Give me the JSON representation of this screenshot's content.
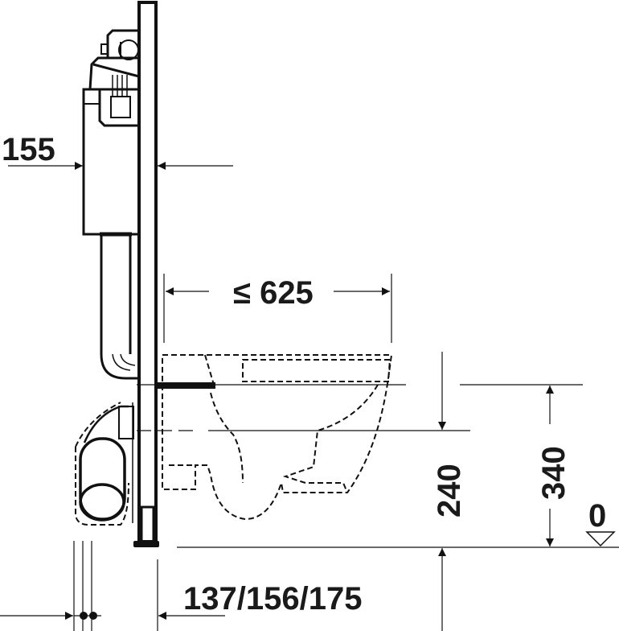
{
  "drawing": {
    "dimensions": {
      "module_depth": "155",
      "max_projection": "≤ 625",
      "pan_outlet_height": "240",
      "fixing_height": "340",
      "floor_level": "0",
      "wall_offsets": "137/156/175"
    },
    "line_color": "#111111",
    "background": "#ffffff"
  }
}
